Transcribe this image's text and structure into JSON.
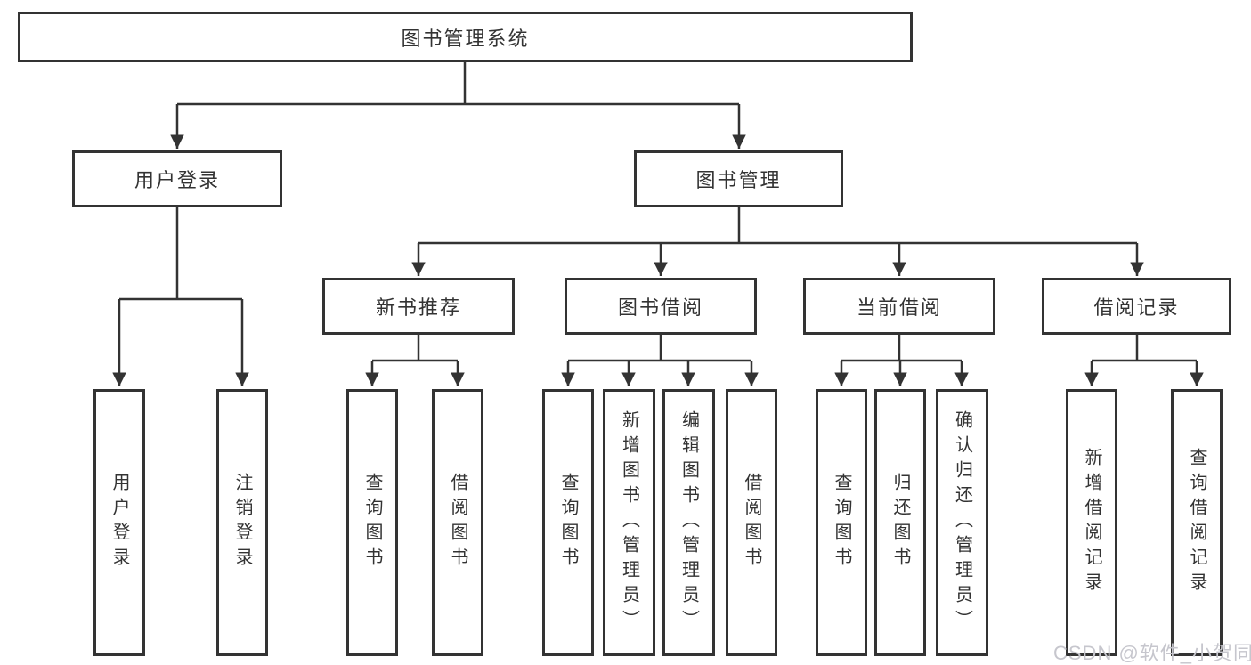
{
  "root": {
    "label": "图书管理系统"
  },
  "level2": [
    {
      "label": "用户登录",
      "leaves": [
        {
          "label": "用户登录"
        },
        {
          "label": "注销登录"
        }
      ]
    },
    {
      "label": "图书管理",
      "groups": [
        {
          "label": "新书推荐",
          "leaves": [
            {
              "label": "查询图书"
            },
            {
              "label": "借阅图书"
            }
          ]
        },
        {
          "label": "图书借阅",
          "leaves": [
            {
              "label": "查询图书"
            },
            {
              "label": "新增图书（管理员）"
            },
            {
              "label": "编辑图书（管理员）"
            },
            {
              "label": "借阅图书"
            }
          ]
        },
        {
          "label": "当前借阅",
          "leaves": [
            {
              "label": "查询图书"
            },
            {
              "label": "归还图书"
            },
            {
              "label": "确认归还（管理员）"
            }
          ]
        },
        {
          "label": "借阅记录",
          "leaves": [
            {
              "label": "新增借阅记录"
            },
            {
              "label": "查询借阅记录"
            }
          ]
        }
      ]
    }
  ],
  "watermark": {
    "text": "CSDN @软件_小贺同学"
  },
  "colors": {
    "line": "#333333",
    "node_background": "#ffffff",
    "node_text": "#333333",
    "watermark": "#c6c6cd"
  }
}
